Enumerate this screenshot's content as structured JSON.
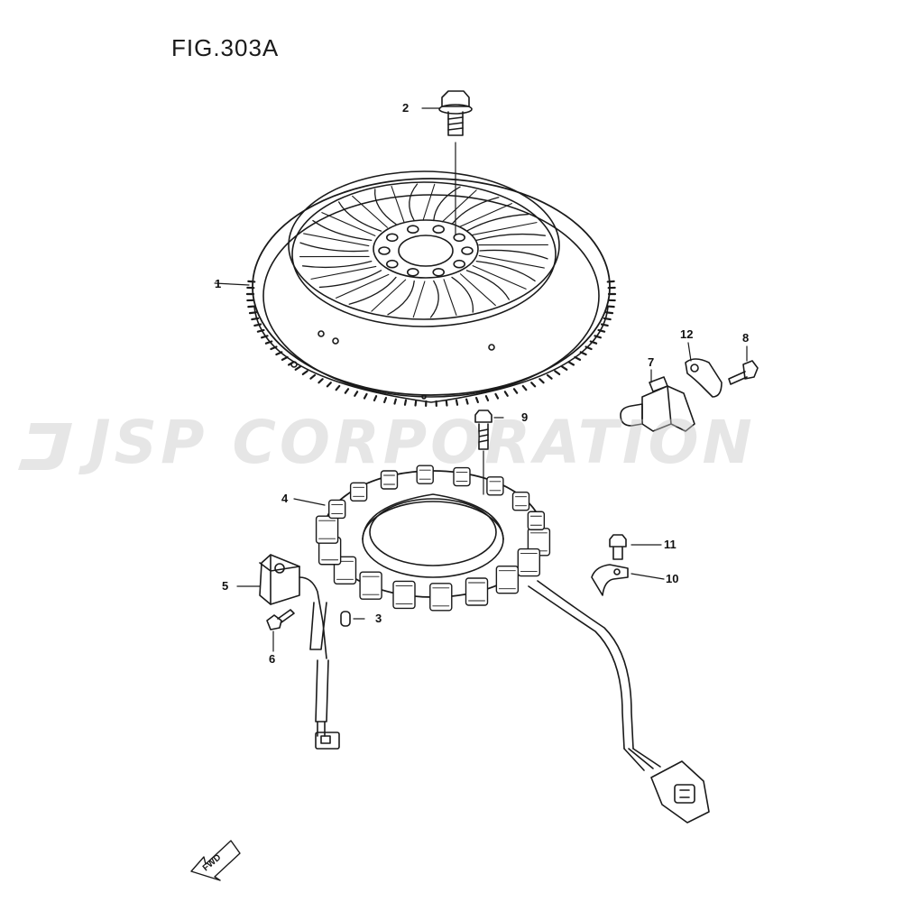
{
  "figure": {
    "title": "FIG.303A"
  },
  "callouts": [
    {
      "id": "1",
      "label": "1"
    },
    {
      "id": "2",
      "label": "2"
    },
    {
      "id": "3",
      "label": "3"
    },
    {
      "id": "4",
      "label": "4"
    },
    {
      "id": "5",
      "label": "5"
    },
    {
      "id": "6",
      "label": "6"
    },
    {
      "id": "7",
      "label": "7"
    },
    {
      "id": "8",
      "label": "8"
    },
    {
      "id": "9",
      "label": "9"
    },
    {
      "id": "10",
      "label": "10"
    },
    {
      "id": "11",
      "label": "11"
    },
    {
      "id": "12",
      "label": "12"
    }
  ],
  "watermark": {
    "text": "JSP CORPORATION"
  },
  "direction": {
    "label": "FWD"
  },
  "colors": {
    "line": "#1a1a1a",
    "watermark": "#c8c8c8",
    "background": "#ffffff"
  }
}
